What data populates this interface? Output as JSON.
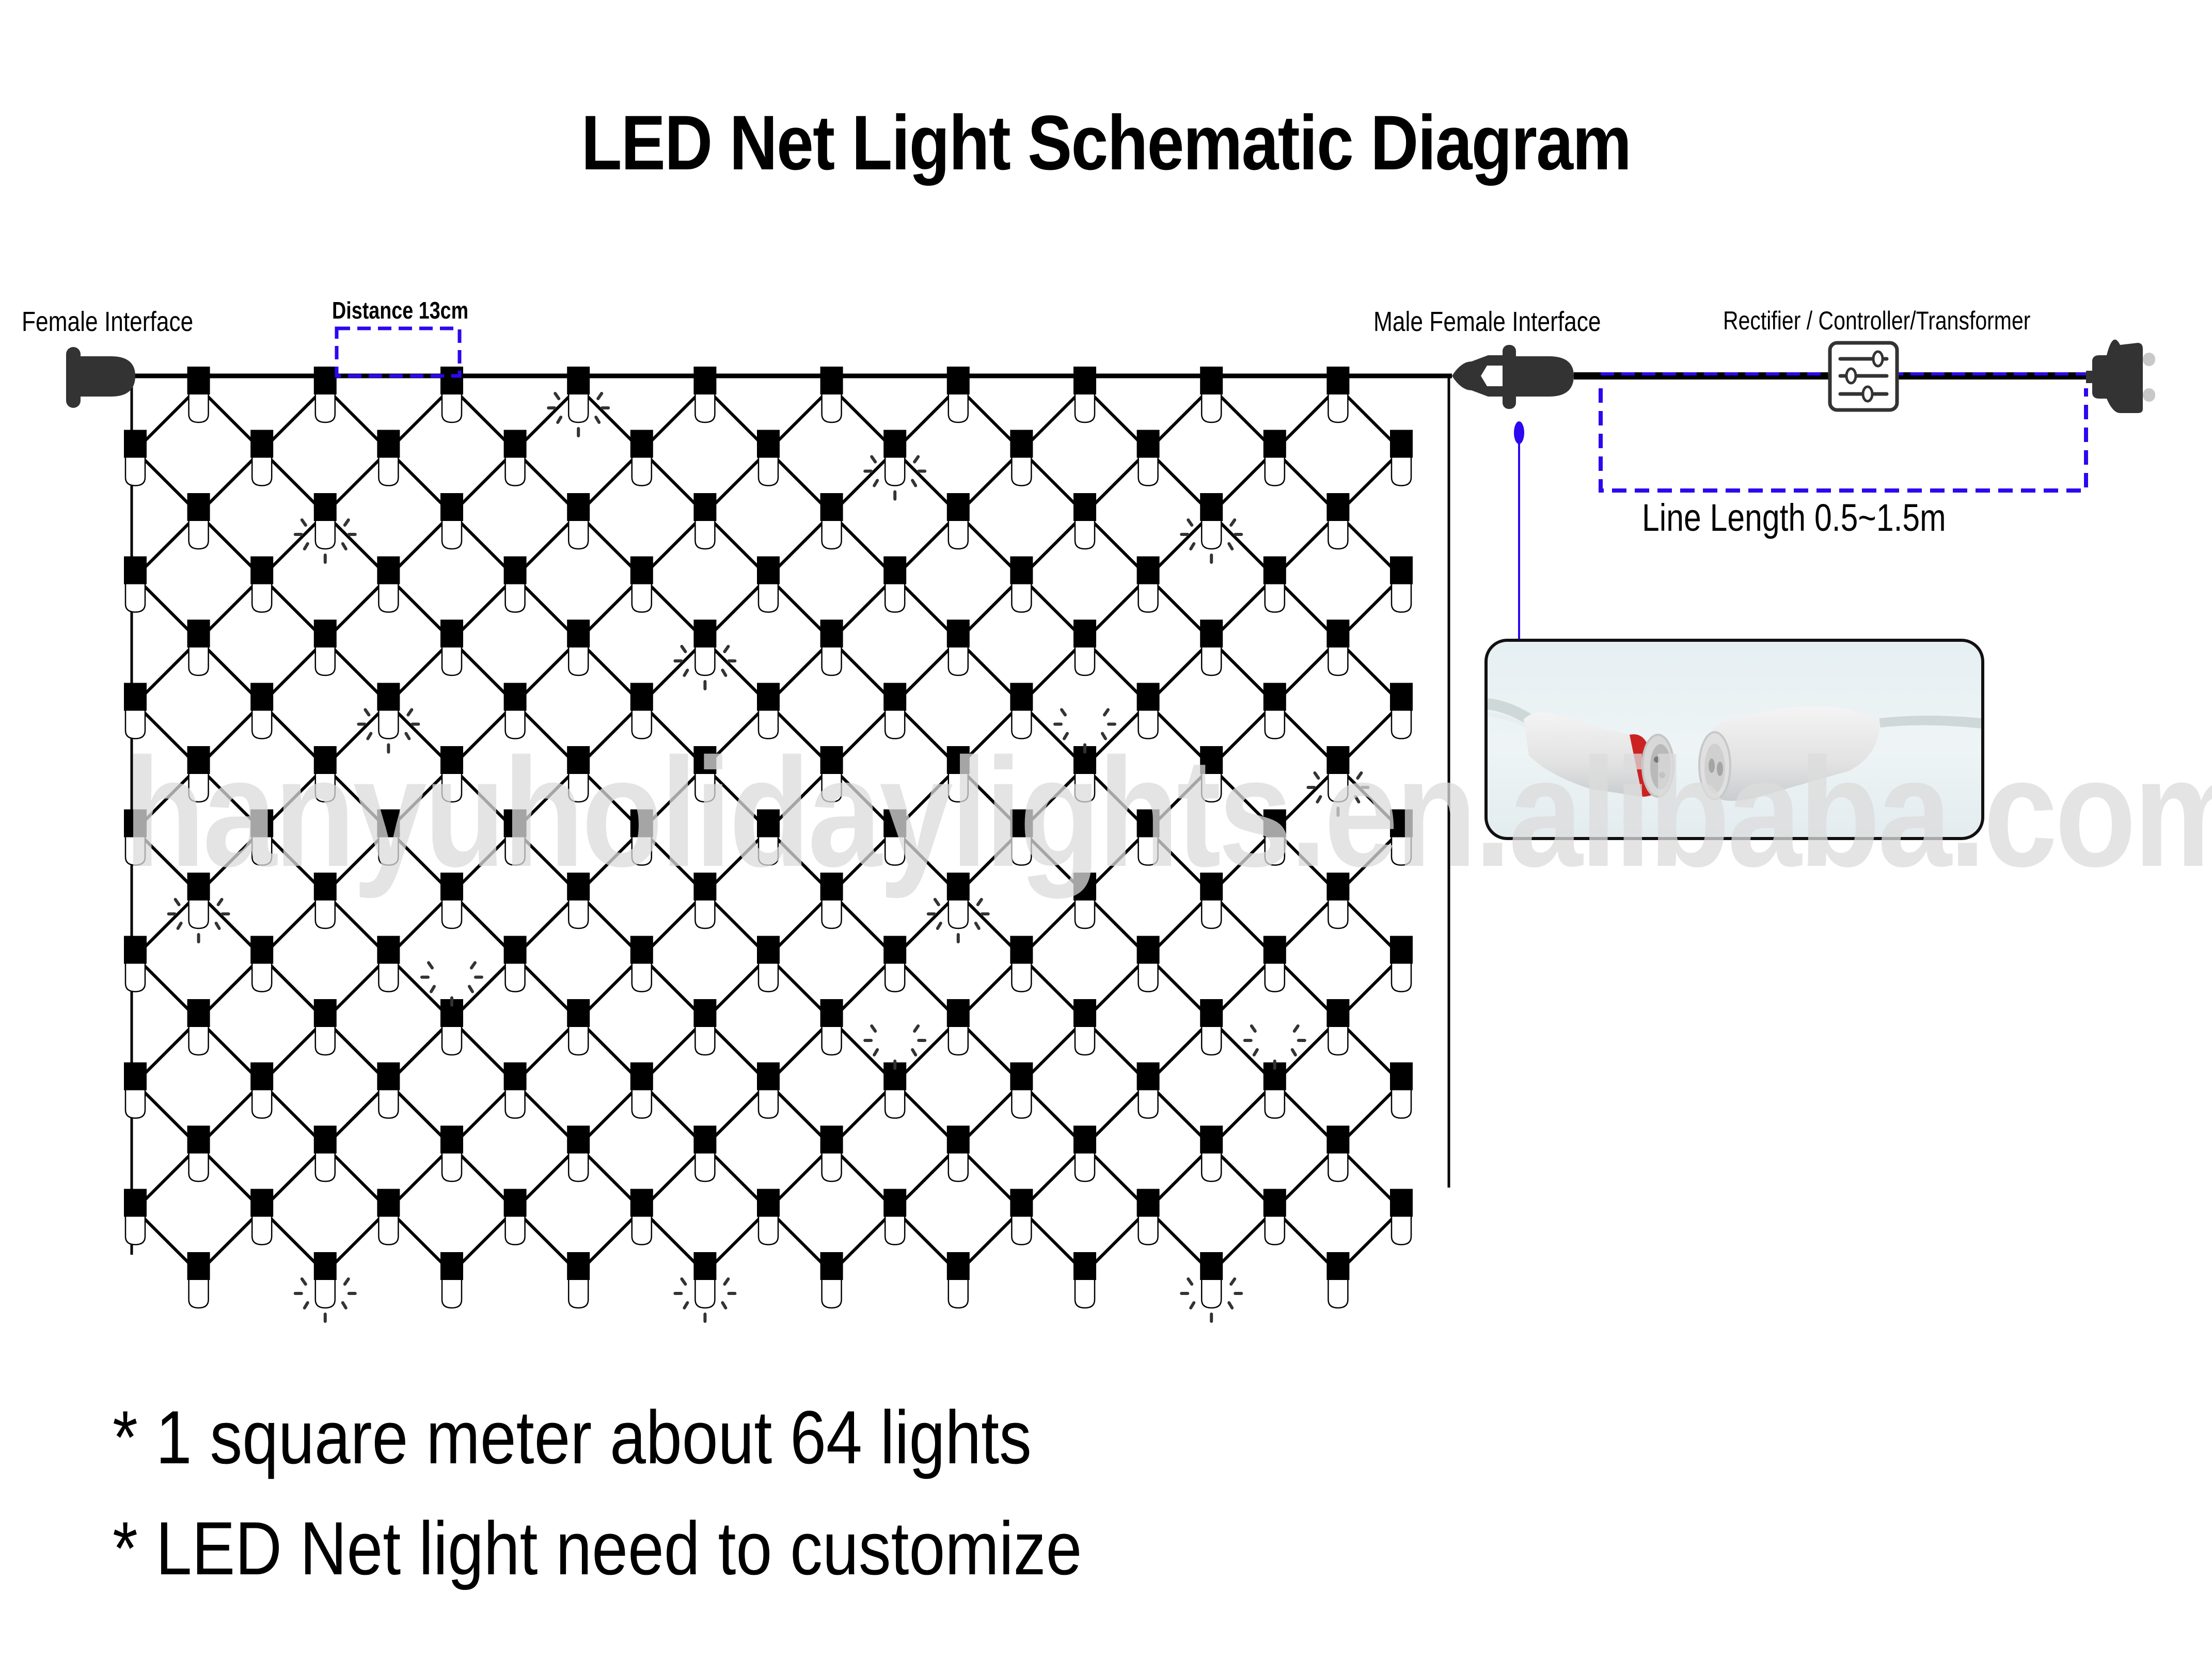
{
  "title": "LED Net Light Schematic Diagram",
  "labels": {
    "female_interface": "Female Interface",
    "distance": "Distance 13cm",
    "male_female_interface": "Male Female Interface",
    "controller": "Rectifier / Controller/Transformer",
    "line_length": "Line Length 0.5~1.5m"
  },
  "notes": [
    "* 1 square meter about 64 lights",
    "* LED Net light need to customize"
  ],
  "watermark": "hanyuholidaylights.en.alibaba.com",
  "photo": {
    "alt": "Waterproof male and female connector photo",
    "description": "white waterproof 2-pin connectors with red seal ring"
  },
  "net": {
    "grid_rows": 15,
    "grid_cols": 21,
    "lit_leds": [
      [
        0,
        7
      ],
      [
        1,
        12
      ],
      [
        2,
        3
      ],
      [
        2,
        17
      ],
      [
        4,
        9
      ],
      [
        5,
        4
      ],
      [
        5,
        15
      ],
      [
        6,
        19
      ],
      [
        8,
        1
      ],
      [
        8,
        13
      ],
      [
        9,
        5
      ],
      [
        10,
        12
      ],
      [
        10,
        18
      ],
      [
        14,
        3
      ],
      [
        14,
        9
      ],
      [
        14,
        17
      ]
    ]
  },
  "colors": {
    "accent_dashed": "#2b08f0",
    "wire": "#000000",
    "plug": "#333333",
    "prongs": "#c8c8c8",
    "seal_ring": "#cc2222"
  }
}
